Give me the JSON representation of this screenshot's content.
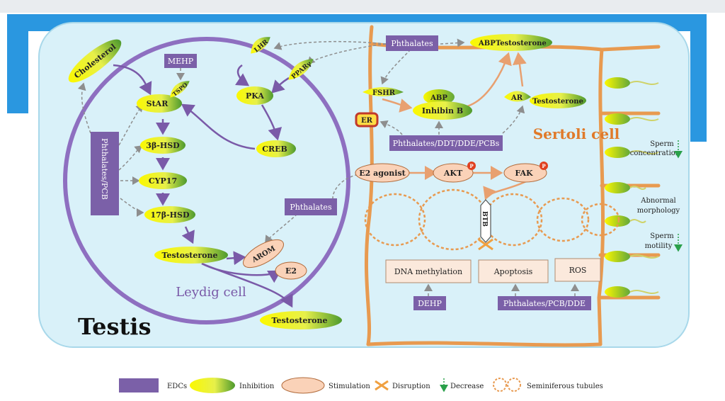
{
  "title": "Testis",
  "leydig_label": "Leydig cell",
  "sertoli_label": "Sertoli cell",
  "leydig": {
    "cholesterol": "Cholesterol",
    "mehp": "MEHP",
    "tspo": "TSPO",
    "star": "StAR",
    "hsd3b": "3β-HSD",
    "cyp17": "CYP17",
    "hsd17b": "17β-HSD",
    "testosterone": "Testosterone",
    "arom": "AROM",
    "e2": "E2",
    "testosterone_out": "Testosterone",
    "lhr": "LHR",
    "ppar": "PPARγ",
    "pka": "PKA",
    "creb": "CREB",
    "edc_phthalates_pcb": "Phthalates/PCB",
    "edc_phthalates": "Phthalates"
  },
  "sertoli": {
    "phthalates_top": "Phthalates",
    "abp": "ABP",
    "testosterone": "Testosterone",
    "fshr": "FSHR",
    "abp2": "ABP",
    "inhibin_b": "Inhibin B",
    "ar": "AR",
    "ar_testosterone": "Testosterone",
    "er": "ER",
    "edc_mix": "Phthalates/DDT/DDE/PCBs",
    "e2_agonist": "E2 agonist",
    "akt": "AKT",
    "fak": "FAK",
    "p": "P",
    "btb": "BTB",
    "dna_methylation": "DNA methylation",
    "apoptosis": "Apoptosis",
    "ros": "ROS",
    "dehp": "DEHP",
    "edc_ppd": "Phthalates/PCB/DDE"
  },
  "sperm": {
    "concentration_1": "Sperm",
    "concentration_2": "concentration",
    "morphology_1": "Abnormal",
    "morphology_2": "morphology",
    "motility_1": "Sperm",
    "motility_2": "motility"
  },
  "legend": {
    "edcs": "EDCs",
    "inhibition": "Inhibition",
    "stimulation": "Stimulation",
    "disruption": "Disruption",
    "decrease": "Decrease",
    "tubules": "Seminiferous tubules"
  },
  "colors": {
    "edc_fill": "#7b60a8",
    "leydig_border": "#8e6fc0",
    "sertoli_border": "#e89a50",
    "panel_bg": "#d9f1f9",
    "slide_blue": "#2a97e0",
    "stim_fill": "#fad2b8",
    "arrow_purple": "#7a5aa8",
    "arrow_orange": "#e8a070"
  }
}
